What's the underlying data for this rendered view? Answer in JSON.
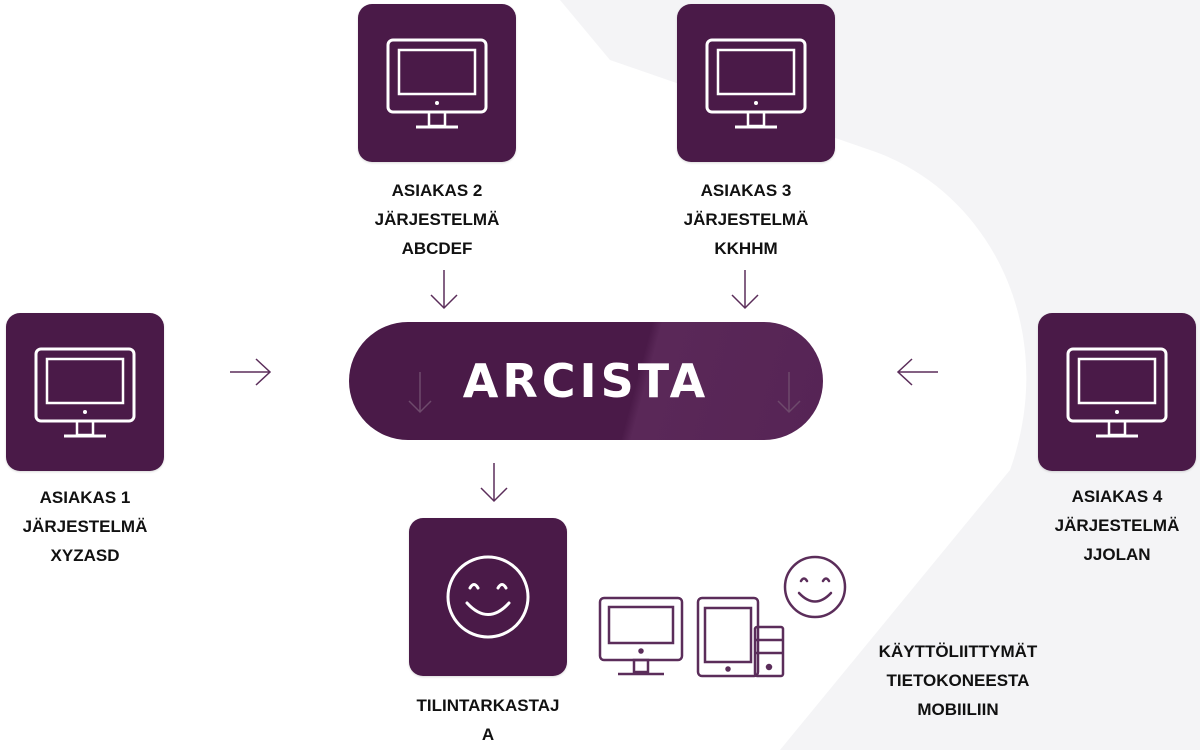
{
  "colors": {
    "brand_purple": "#4a1a48",
    "icon_outline": "#5b2d5a",
    "arrow": "#5b2d5a",
    "text": "#111111",
    "watermark": "#f4f4f6"
  },
  "hub": {
    "logo_text": "ARCISTA"
  },
  "clients": [
    {
      "id": "asiakas-1",
      "icon": "monitor-icon",
      "lines": [
        "ASIAKAS 1",
        "JÄRJESTELMÄ",
        "XYZASD"
      ]
    },
    {
      "id": "asiakas-2",
      "icon": "monitor-icon",
      "lines": [
        "ASIAKAS 2",
        "JÄRJESTELMÄ",
        "ABCDEF"
      ]
    },
    {
      "id": "asiakas-3",
      "icon": "monitor-icon",
      "lines": [
        "ASIAKAS 3",
        "JÄRJESTELMÄ",
        "KKHHM"
      ]
    },
    {
      "id": "asiakas-4",
      "icon": "monitor-icon",
      "lines": [
        "ASIAKAS 4",
        "JÄRJESTELMÄ",
        "JJOLAN"
      ]
    }
  ],
  "auditor": {
    "icon": "smiley-icon",
    "lines": [
      "TILINTARKASTAJ",
      "A"
    ]
  },
  "interfaces": {
    "icons": [
      "desktop-outline-icon",
      "tablet-outline-icon",
      "tower-outline-icon",
      "smiley-outline-icon"
    ],
    "lines": [
      "KÄYTTÖLIITTYMÄT",
      "TIETOKONEESTA",
      "MOBIILIIN"
    ]
  },
  "arrows": [
    {
      "id": "arrow-client1-to-hub",
      "direction": "right"
    },
    {
      "id": "arrow-client2-to-hub",
      "direction": "down"
    },
    {
      "id": "arrow-client3-to-hub",
      "direction": "down"
    },
    {
      "id": "arrow-client4-to-hub",
      "direction": "left"
    },
    {
      "id": "arrow-hub-to-auditor",
      "direction": "down"
    }
  ]
}
